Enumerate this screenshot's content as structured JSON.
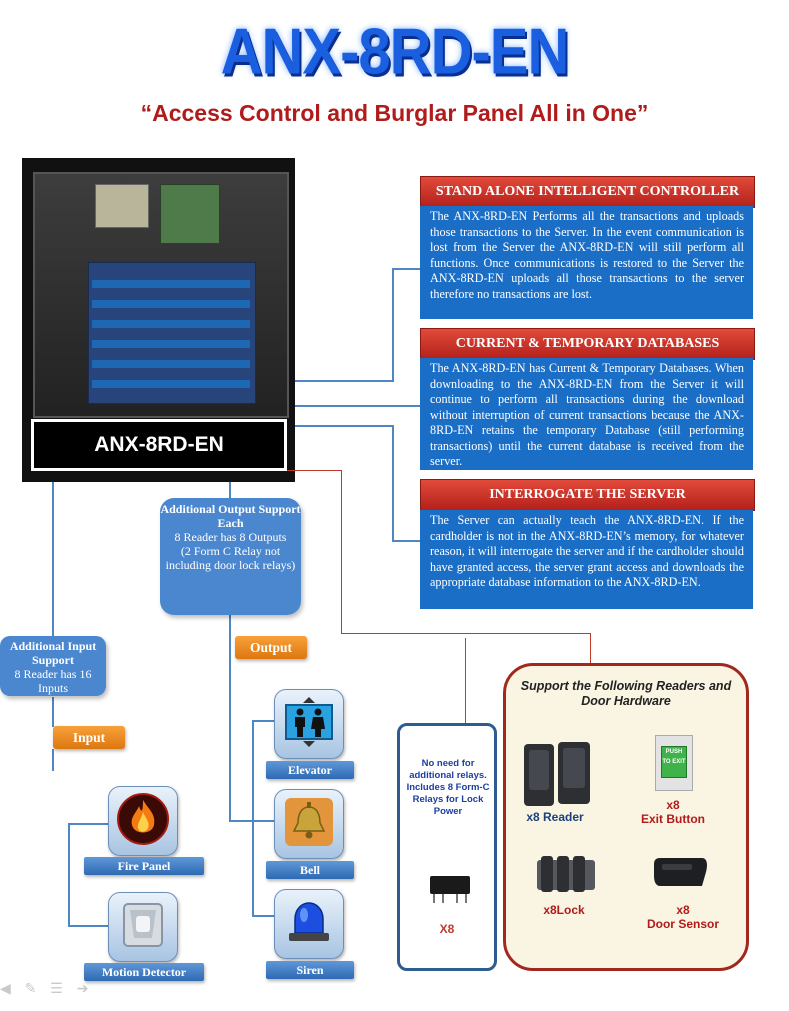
{
  "header": {
    "title": "ANX-8RD-EN",
    "subtitle": "“Access Control and Burglar Panel All in One”"
  },
  "panel": {
    "label": "ANX-8RD-EN"
  },
  "features": [
    {
      "heading": "STAND ALONE INTELLIGENT CONTROLLER",
      "body": "The ANX-8RD-EN Performs all the transactions and uploads those transactions to the Server. In the event communication is lost from the Server the ANX-8RD-EN will still perform all functions. Once communications is restored to the Server the ANX-8RD-EN uploads all those transactions to the server therefore no transactions are lost."
    },
    {
      "heading": "CURRENT & TEMPORARY DATABASES",
      "body": "The ANX-8RD-EN has Current & Temporary Databases. When downloading to the ANX-8RD-EN from the Server it will continue to perform all transactions during the download without interruption of current transactions because the ANX-8RD-EN retains the temporary Database (still performing transactions) until the current database is received from the server."
    },
    {
      "heading": "INTERROGATE THE SERVER",
      "body": "The  Server can actually teach the ANX-8RD-EN. If the cardholder is not in the ANX-8RD-EN’s memory, for whatever reason, it will interrogate the server and if the cardholder should have granted access, the server grant access and downloads the appropriate database information to the ANX-8RD-EN."
    }
  ],
  "output_support": {
    "title": "Additional Output Support Each",
    "line1": "8 Reader has 8 Outputs",
    "line2": "(2 Form C Relay not including door lock relays)"
  },
  "input_support": {
    "title": "Additional Input Support",
    "line1": "8 Reader has  16 Inputs"
  },
  "tags": {
    "output": "Output",
    "input": "Input"
  },
  "inputs": [
    {
      "label": "Fire Panel",
      "icon": "fire-icon"
    },
    {
      "label": "Motion Detector",
      "icon": "motion-sensor-icon"
    }
  ],
  "outputs": [
    {
      "label": "Elevator",
      "icon": "elevator-icon"
    },
    {
      "label": "Bell",
      "icon": "bell-icon"
    },
    {
      "label": "Siren",
      "icon": "siren-icon"
    }
  ],
  "relays": {
    "text": "No need for additional relays. Includes 8 Form-C Relays for Lock Power",
    "count": "X8"
  },
  "readers": {
    "title": "Support the Following Readers and Door Hardware",
    "reader_label": "x8 Reader",
    "exit_count": "x8",
    "exit_label": "Exit Button",
    "exit_button_text": "PUSH TO EXIT",
    "lock_label": "x8Lock",
    "sensor_count": "x8",
    "sensor_label": "Door Sensor"
  },
  "colors": {
    "title_blue": "#1a5fe0",
    "subtitle_red": "#b01b1b",
    "feature_blue": "#1b6ec6",
    "feature_red": "#c0392b",
    "accent_orange": "#f0901f"
  }
}
